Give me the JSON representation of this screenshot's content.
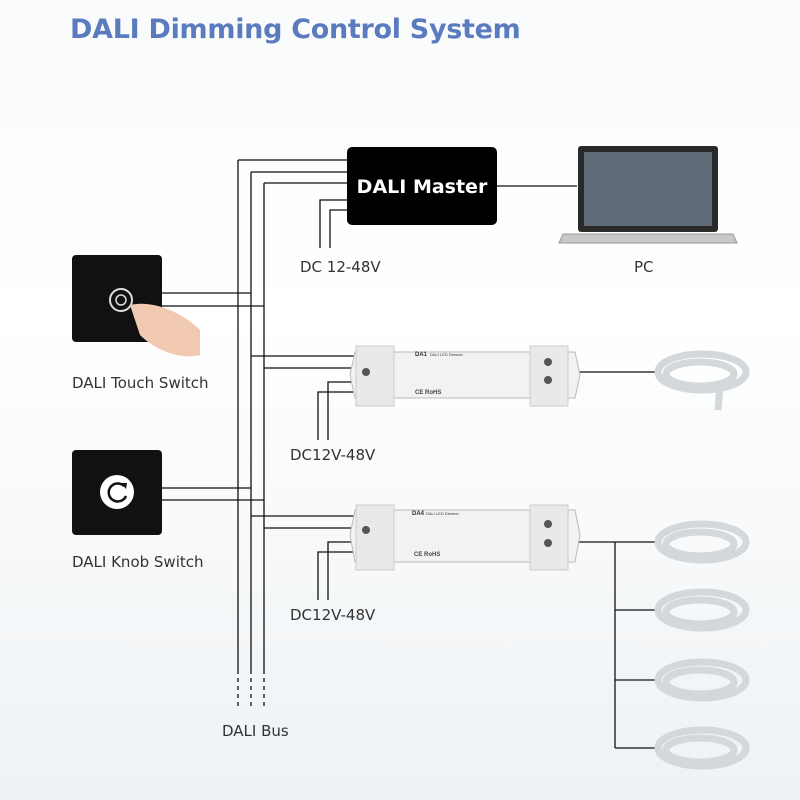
{
  "title": "DALI Dimming Control System",
  "master": {
    "label": "DALI Master",
    "power": "DC 12-48V"
  },
  "pc": {
    "label": "PC"
  },
  "touch_switch": {
    "label": "DALI Touch Switch"
  },
  "knob_switch": {
    "label": "DALI Knob Switch"
  },
  "dimmer1": {
    "model": "DA1",
    "name": "DALI LED Dimmer",
    "power": "DC12V-48V",
    "cert": "CE RoHS"
  },
  "dimmer2": {
    "model": "DA4",
    "name": "DALI LED Dimmer",
    "power": "DC12V-48V",
    "cert": "CE RoHS"
  },
  "bus": {
    "label": "DALI Bus"
  },
  "colors": {
    "title": "#5b7bbf",
    "wire": "#111111"
  }
}
